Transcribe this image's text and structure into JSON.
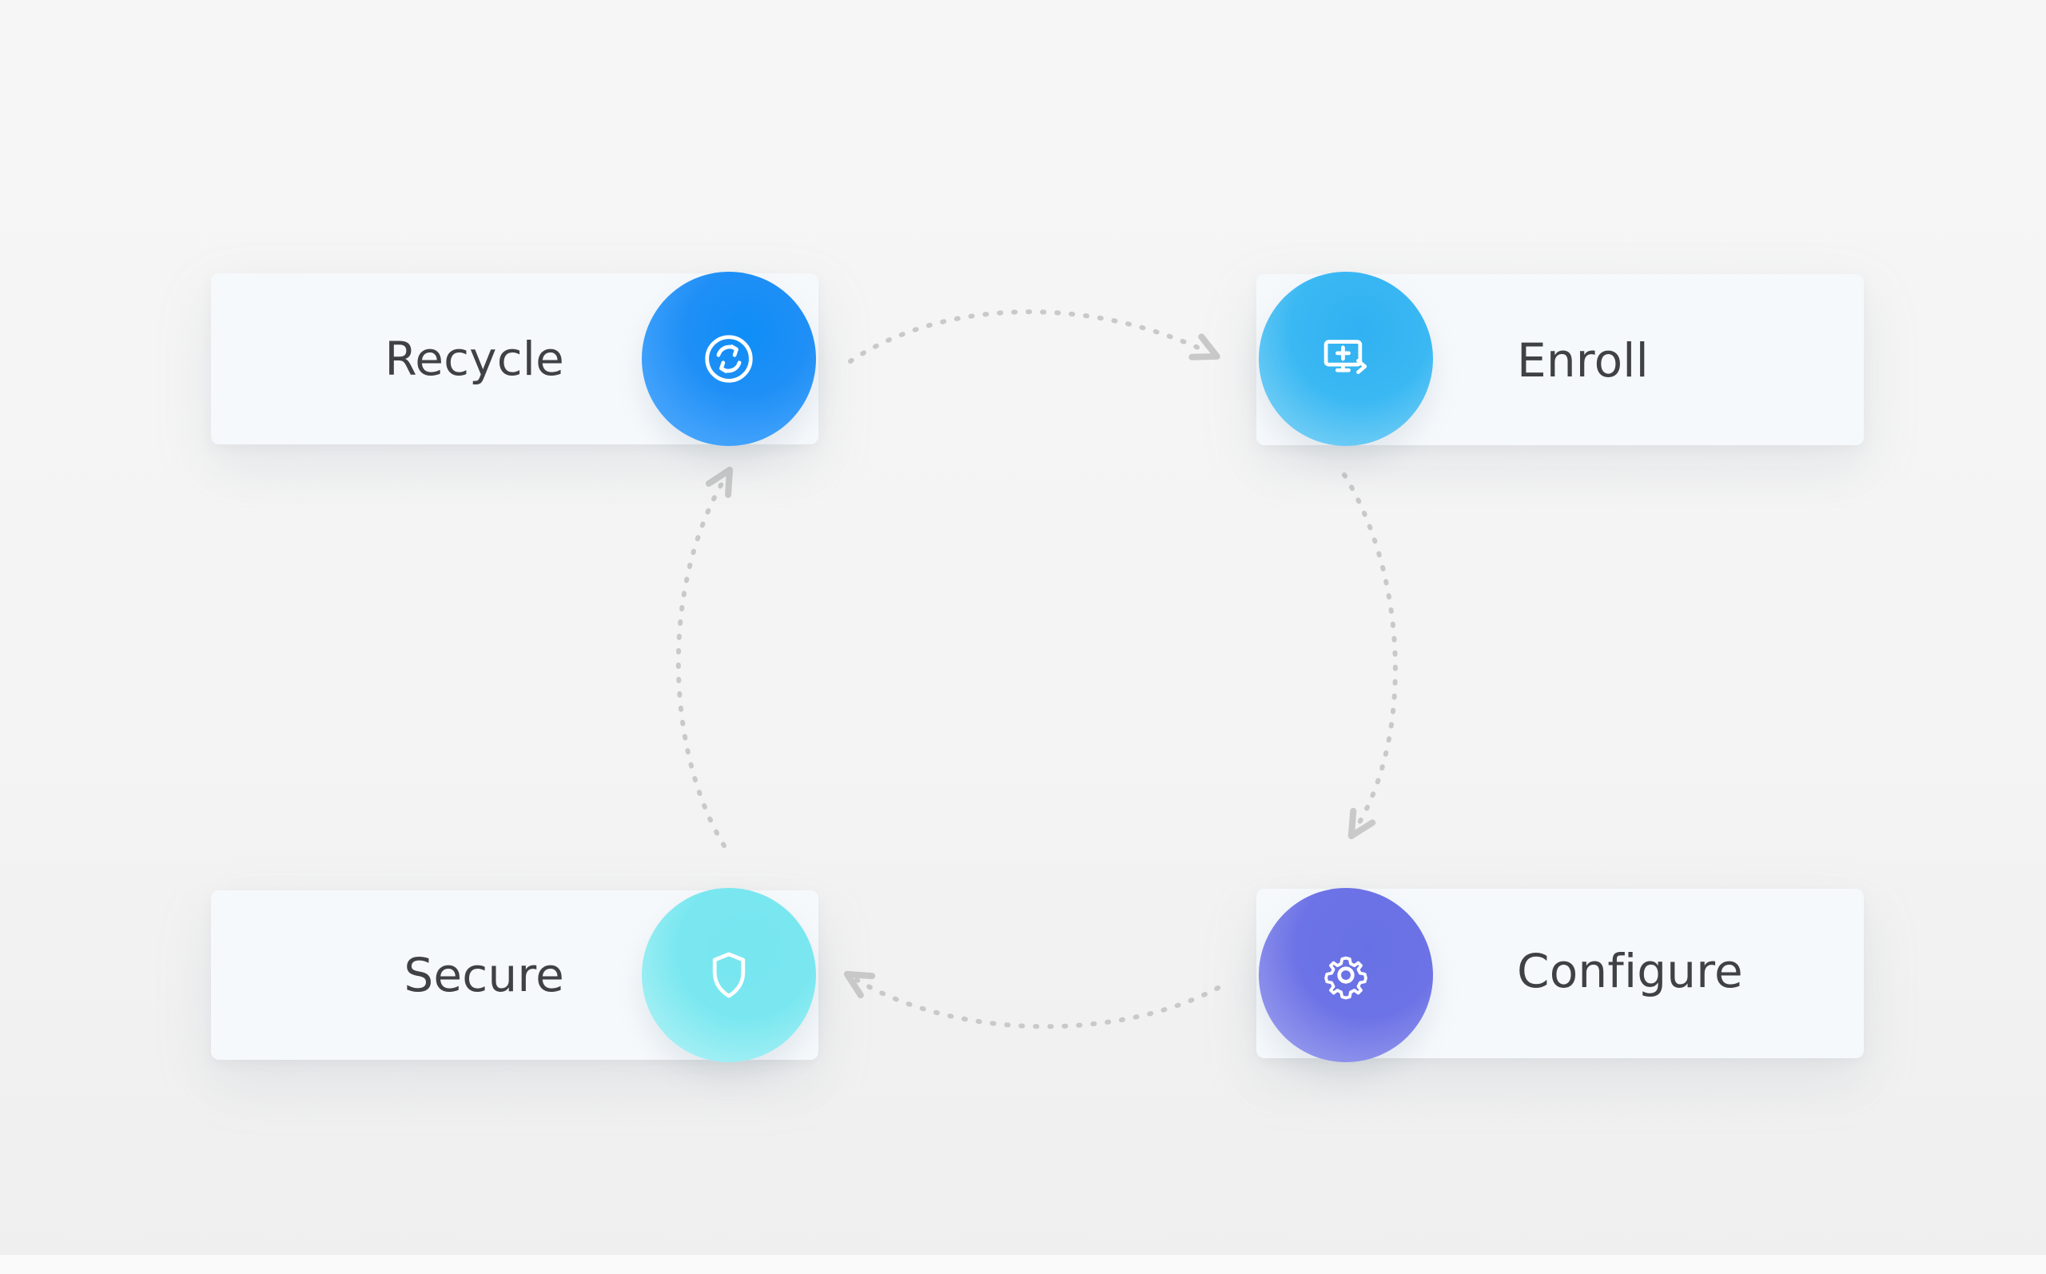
{
  "diagram": {
    "steps": [
      {
        "label": "Recycle",
        "icon": "sync-icon",
        "color": "#1a8ff6"
      },
      {
        "label": "Enroll",
        "icon": "monitor-plus-icon",
        "color": "#39b6f2"
      },
      {
        "label": "Configure",
        "icon": "gear-icon",
        "color": "#6b72e6"
      },
      {
        "label": "Secure",
        "icon": "shield-icon",
        "color": "#7ae7f0"
      }
    ],
    "connector_color": "#c9c9c9"
  }
}
